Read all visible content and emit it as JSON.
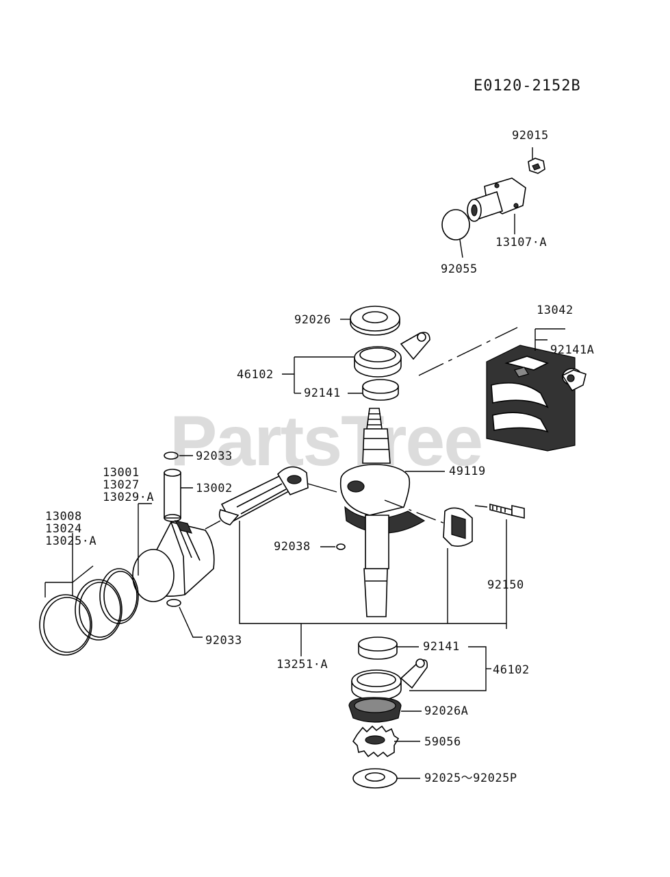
{
  "diagram_ref": "E0120-2152B",
  "watermark": {
    "text": "PartsTree",
    "mark": "™"
  },
  "labels": {
    "p92015": "92015",
    "p13107A": "13107·A",
    "p92055": "92055",
    "p92026": "92026",
    "p13042": "13042",
    "p92141A": "92141A",
    "p46102_top": "46102",
    "p92141_top": "92141",
    "p92033_top": "92033",
    "p13001": "13001",
    "p13027": "13027",
    "p13029A": "13029·A",
    "p13002": "13002",
    "p49119": "49119",
    "p13008": "13008",
    "p13024": "13024",
    "p13025A": "13025·A",
    "p92038": "92038",
    "p92150": "92150",
    "p92033_bot": "92033",
    "p13251A": "13251·A",
    "p92141_bot": "92141",
    "p46102_bot": "46102",
    "p92026A": "92026A",
    "p59056": "59056",
    "p92025": "92025～92025P"
  }
}
